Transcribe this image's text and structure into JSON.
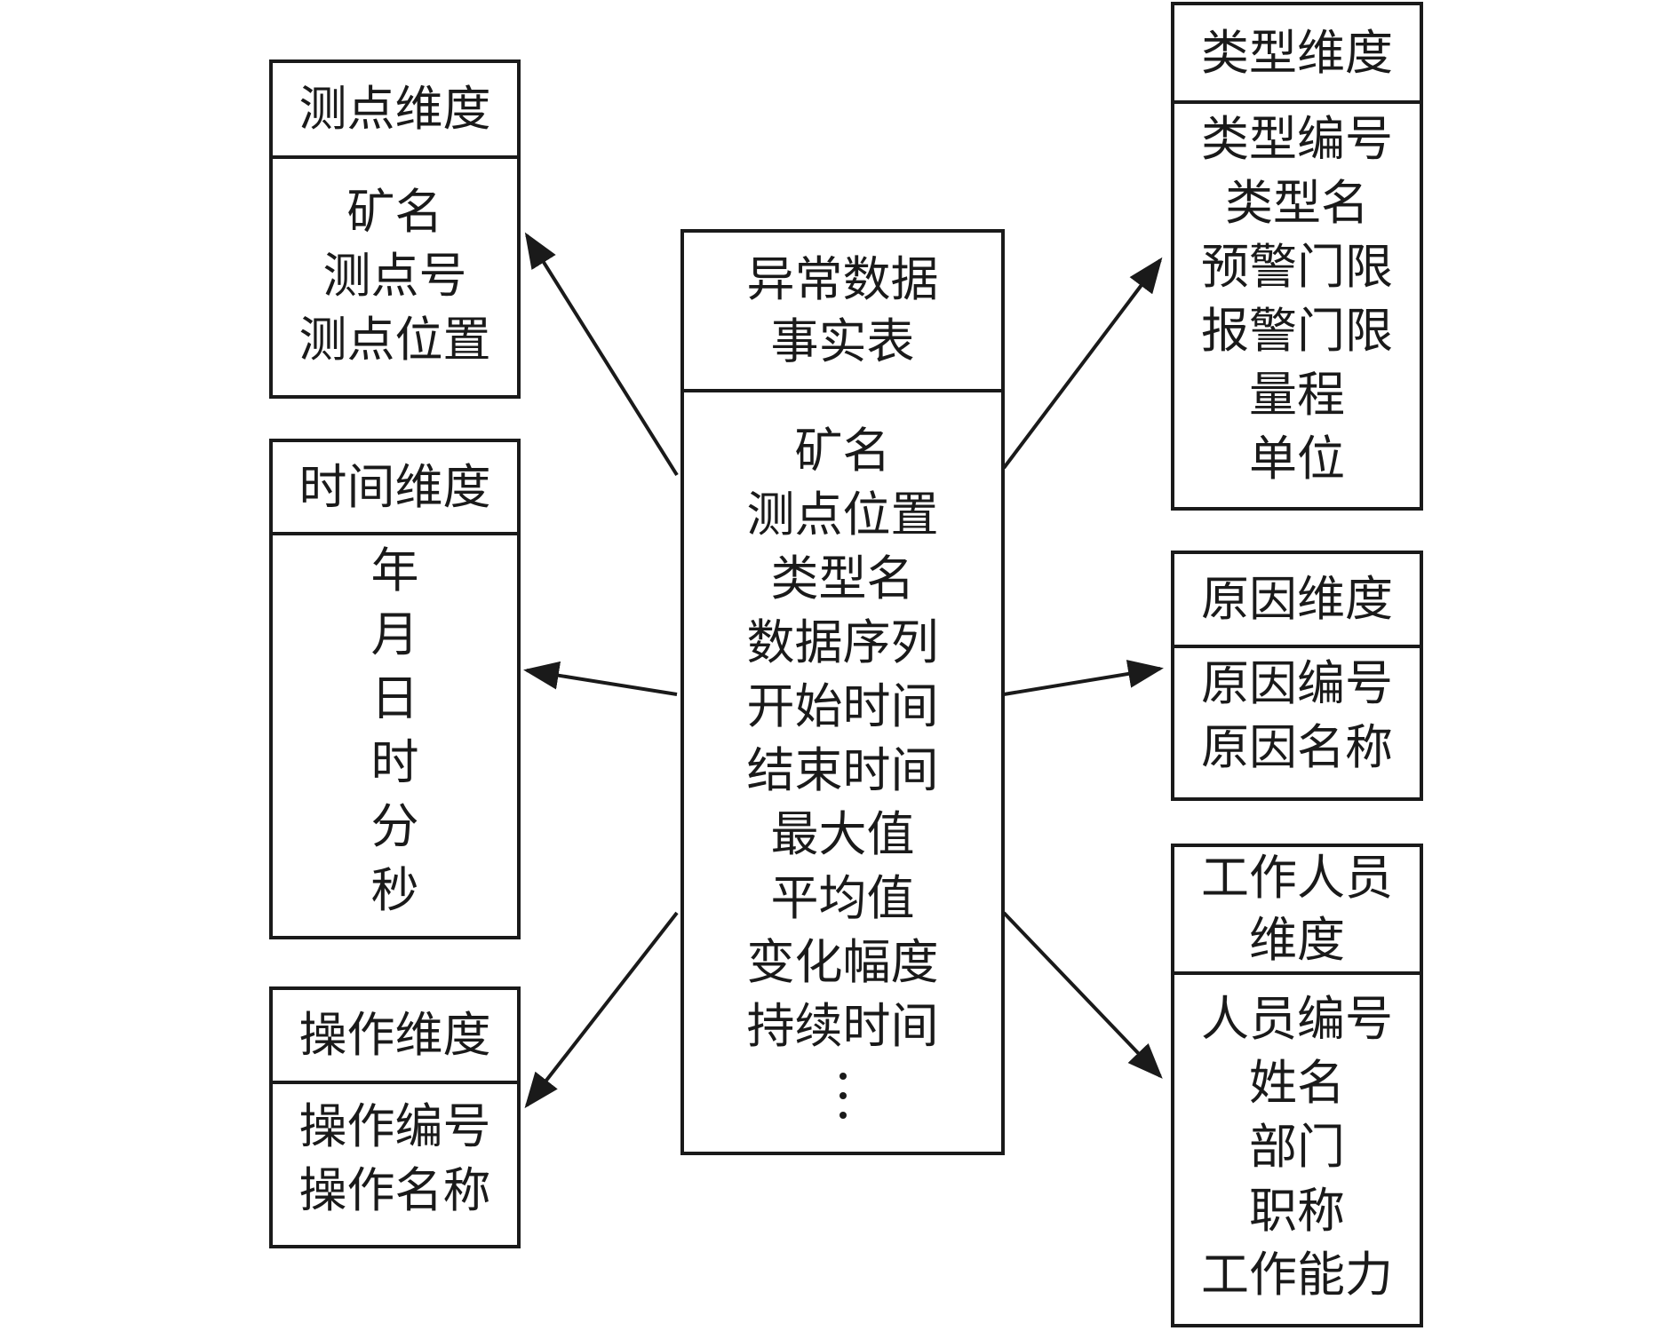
{
  "fact": {
    "title": [
      "异常数据",
      "事实表"
    ],
    "fields": [
      "矿名",
      "测点位置",
      "类型名",
      "数据序列",
      "开始时间",
      "结束时间",
      "最大值",
      "平均值",
      "变化幅度",
      "持续时间"
    ]
  },
  "measure_point": {
    "title": [
      "测点维度"
    ],
    "fields": [
      "矿名",
      "测点号",
      "测点位置"
    ]
  },
  "time": {
    "title": [
      "时间维度"
    ],
    "fields": [
      "年",
      "月",
      "日",
      "时",
      "分",
      "秒"
    ]
  },
  "operation": {
    "title": [
      "操作维度"
    ],
    "fields": [
      "操作编号",
      "操作名称"
    ]
  },
  "type": {
    "title": [
      "类型维度"
    ],
    "fields": [
      "类型编号",
      "类型名",
      "预警门限",
      "报警门限",
      "量程",
      "单位"
    ]
  },
  "reason": {
    "title": [
      "原因维度"
    ],
    "fields": [
      "原因编号",
      "原因名称"
    ]
  },
  "staff": {
    "title": [
      "工作人员",
      "维度"
    ],
    "fields": [
      "人员编号",
      "姓名",
      "部门",
      "职称",
      "工作能力"
    ]
  }
}
